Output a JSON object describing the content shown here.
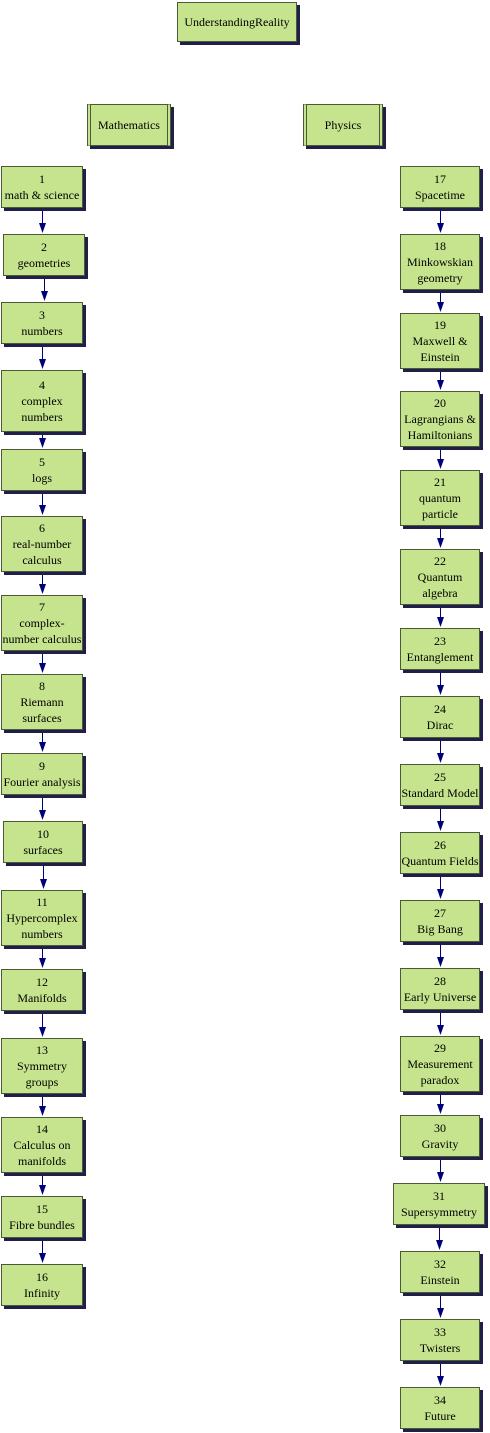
{
  "root": {
    "label": "UnderstandingReality"
  },
  "branches": [
    {
      "label": "Mathematics"
    },
    {
      "label": "Physics"
    }
  ],
  "mathematics": [
    {
      "num": "1",
      "label": "math & science"
    },
    {
      "num": "2",
      "label": "geometries"
    },
    {
      "num": "3",
      "label": "numbers"
    },
    {
      "num": "4",
      "label": "complex\nnumbers"
    },
    {
      "num": "5",
      "label": "logs"
    },
    {
      "num": "6",
      "label": "real-number\ncalculus"
    },
    {
      "num": "7",
      "label": "complex-\nnumber calculus"
    },
    {
      "num": "8",
      "label": "Riemann\nsurfaces"
    },
    {
      "num": "9",
      "label": "Fourier analysis"
    },
    {
      "num": "10",
      "label": "surfaces"
    },
    {
      "num": "11",
      "label": "Hypercomplex\nnumbers"
    },
    {
      "num": "12",
      "label": "Manifolds"
    },
    {
      "num": "13",
      "label": "Symmetry\ngroups"
    },
    {
      "num": "14",
      "label": "Calculus on\nmanifolds"
    },
    {
      "num": "15",
      "label": "Fibre bundles"
    },
    {
      "num": "16",
      "label": "Infinity"
    }
  ],
  "physics": [
    {
      "num": "17",
      "label": "Spacetime"
    },
    {
      "num": "18",
      "label": "Minkowskian\ngeometry"
    },
    {
      "num": "19",
      "label": "Maxwell &\nEinstein"
    },
    {
      "num": "20",
      "label": "Lagrangians &\nHamiltonians"
    },
    {
      "num": "21",
      "label": "quantum\nparticle"
    },
    {
      "num": "22",
      "label": "Quantum\nalgebra"
    },
    {
      "num": "23",
      "label": "Entanglement"
    },
    {
      "num": "24",
      "label": "Dirac"
    },
    {
      "num": "25",
      "label": "Standard Model"
    },
    {
      "num": "26",
      "label": "Quantum Fields"
    },
    {
      "num": "27",
      "label": "Big Bang"
    },
    {
      "num": "28",
      "label": "Early Universe"
    },
    {
      "num": "29",
      "label": "Measurement\nparadox"
    },
    {
      "num": "30",
      "label": "Gravity"
    },
    {
      "num": "31",
      "label": "Supersymmetry"
    },
    {
      "num": "32",
      "label": "Einstein"
    },
    {
      "num": "33",
      "label": "Twisters"
    },
    {
      "num": "34",
      "label": "Future"
    }
  ],
  "colors": {
    "node_fill": "#c5e48d",
    "node_border": "#4a5a36",
    "shadow": "#1f1f4a",
    "arrow": "#00007a"
  }
}
